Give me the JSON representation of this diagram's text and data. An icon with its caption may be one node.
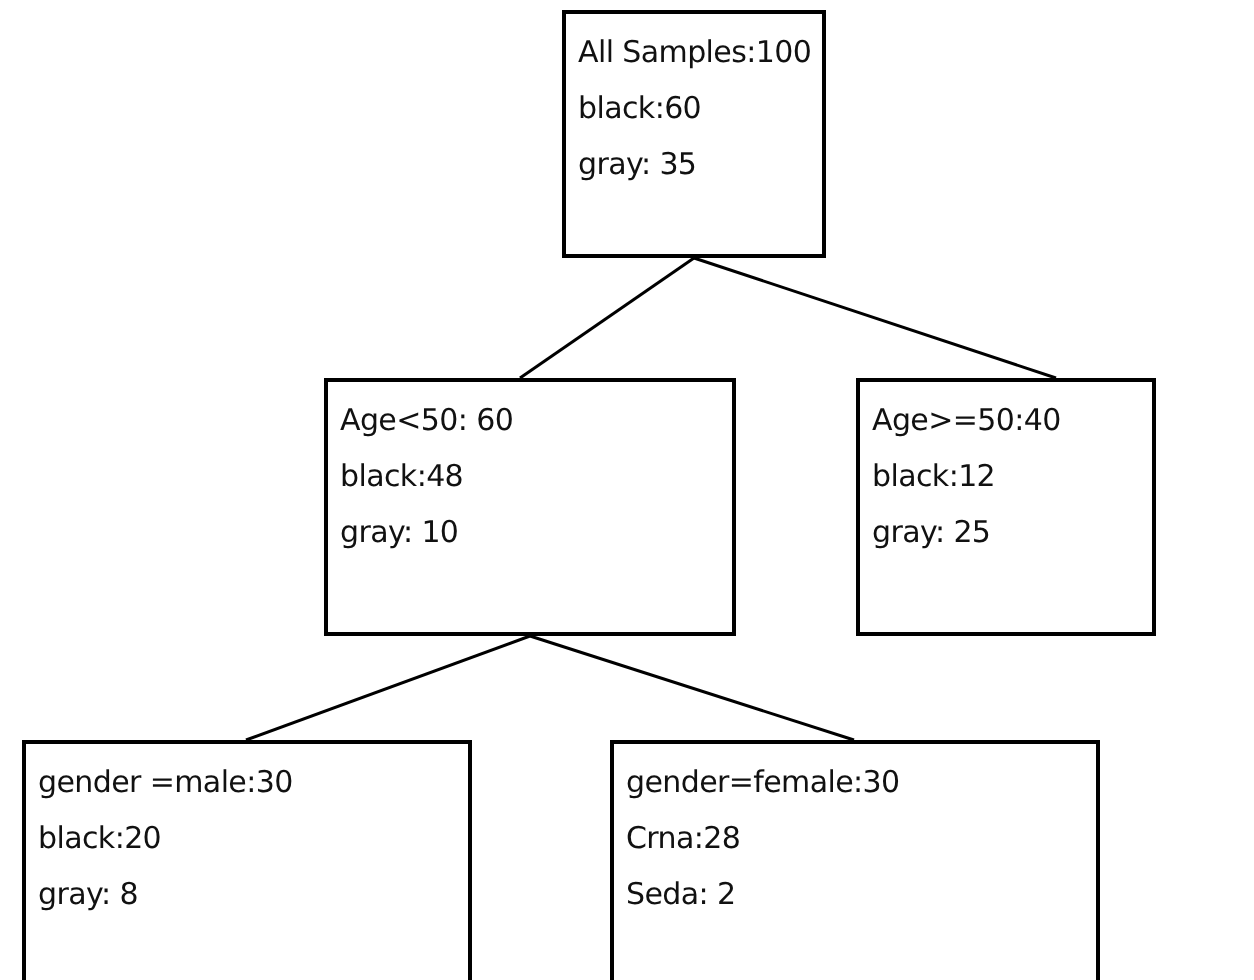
{
  "diagram": {
    "nodes": [
      {
        "text": [
          "All Samples:100",
          "black:60",
          "gray: 35"
        ]
      },
      {
        "text": [
          "Age<50: 60",
          "black:48",
          "gray: 10"
        ]
      },
      {
        "text": [
          "Age>=50:40",
          "black:12",
          "gray: 25"
        ]
      },
      {
        "text": [
          "gender =male:30",
          "black:20",
          "gray: 8"
        ]
      },
      {
        "text": [
          "gender=female:30",
          "Crna:28",
          "Seda: 2"
        ]
      }
    ],
    "edges": [
      {
        "from": 0,
        "to": 1,
        "arrow": "none"
      },
      {
        "from": 0,
        "to": 2,
        "arrow": "none"
      },
      {
        "from": 1,
        "to": 3,
        "arrow": "none"
      },
      {
        "from": 1,
        "to": 4,
        "arrow": "none"
      }
    ]
  }
}
